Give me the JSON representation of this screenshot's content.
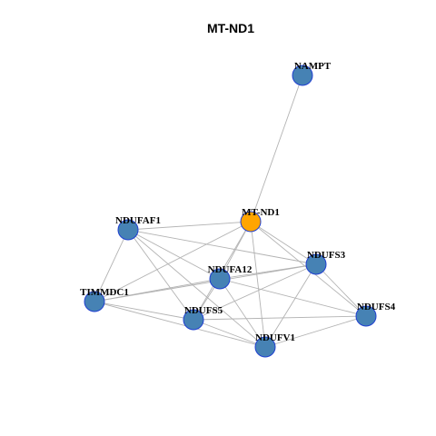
{
  "title": "MT-ND1",
  "colors": {
    "node_fill": "#4682b4",
    "hub_fill": "#ffa500",
    "node_stroke": "#1f3fd1",
    "edge": "#b3b3b3"
  },
  "nodes": [
    {
      "id": "NAMPT",
      "label": "NAMPT"
    },
    {
      "id": "MT-ND1",
      "label": "MT-ND1",
      "hub": true
    },
    {
      "id": "NDUFAF1",
      "label": "NDUFAF1"
    },
    {
      "id": "NDUFS3",
      "label": "NDUFS3"
    },
    {
      "id": "NDUFA12",
      "label": "NDUFA12"
    },
    {
      "id": "TIMMDC1",
      "label": "TIMMDC1"
    },
    {
      "id": "NDUFS4",
      "label": "NDUFS4"
    },
    {
      "id": "NDUFS5",
      "label": "NDUFS5"
    },
    {
      "id": "NDUFV1",
      "label": "NDUFV1"
    }
  ],
  "edges": [
    [
      "NAMPT",
      "MT-ND1"
    ],
    [
      "MT-ND1",
      "NDUFAF1"
    ],
    [
      "MT-ND1",
      "TIMMDC1"
    ],
    [
      "MT-ND1",
      "NDUFA12"
    ],
    [
      "MT-ND1",
      "NDUFS5"
    ],
    [
      "MT-ND1",
      "NDUFV1"
    ],
    [
      "MT-ND1",
      "NDUFS3"
    ],
    [
      "MT-ND1",
      "NDUFS4"
    ],
    [
      "NDUFAF1",
      "NDUFS3"
    ],
    [
      "NDUFAF1",
      "NDUFA12"
    ],
    [
      "NDUFAF1",
      "TIMMDC1"
    ],
    [
      "NDUFAF1",
      "NDUFS5"
    ],
    [
      "NDUFAF1",
      "NDUFV1"
    ],
    [
      "NDUFA12",
      "NDUFS3"
    ],
    [
      "NDUFA12",
      "TIMMDC1"
    ],
    [
      "NDUFA12",
      "NDUFS5"
    ],
    [
      "NDUFA12",
      "NDUFV1"
    ],
    [
      "NDUFA12",
      "NDUFS4"
    ],
    [
      "TIMMDC1",
      "NDUFS3"
    ],
    [
      "TIMMDC1",
      "NDUFS5"
    ],
    [
      "TIMMDC1",
      "NDUFV1"
    ],
    [
      "NDUFS3",
      "NDUFS5"
    ],
    [
      "NDUFS3",
      "NDUFV1"
    ],
    [
      "NDUFS3",
      "NDUFS4"
    ],
    [
      "NDUFS5",
      "NDUFS4"
    ],
    [
      "NDUFS5",
      "NDUFV1"
    ],
    [
      "NDUFV1",
      "NDUFS4"
    ]
  ]
}
